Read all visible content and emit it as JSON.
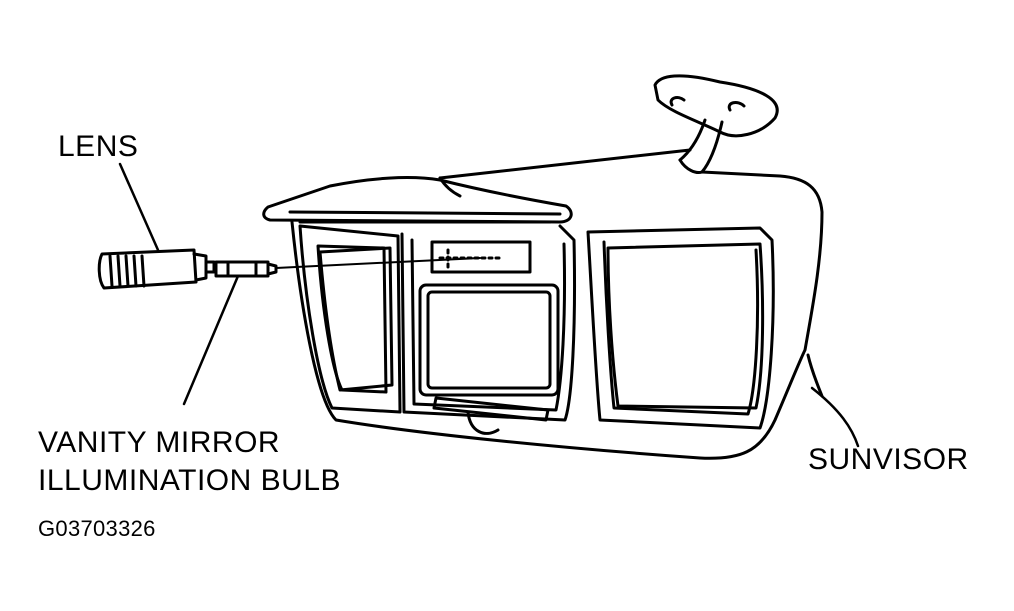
{
  "labels": {
    "lens": "LENS",
    "bulb_line1": "VANITY MIRROR",
    "bulb_line2": "ILLUMINATION BULB",
    "sunvisor": "SUNVISOR",
    "figure_code": "G03703326"
  },
  "colors": {
    "ink": "#000000",
    "paper": "#ffffff"
  }
}
